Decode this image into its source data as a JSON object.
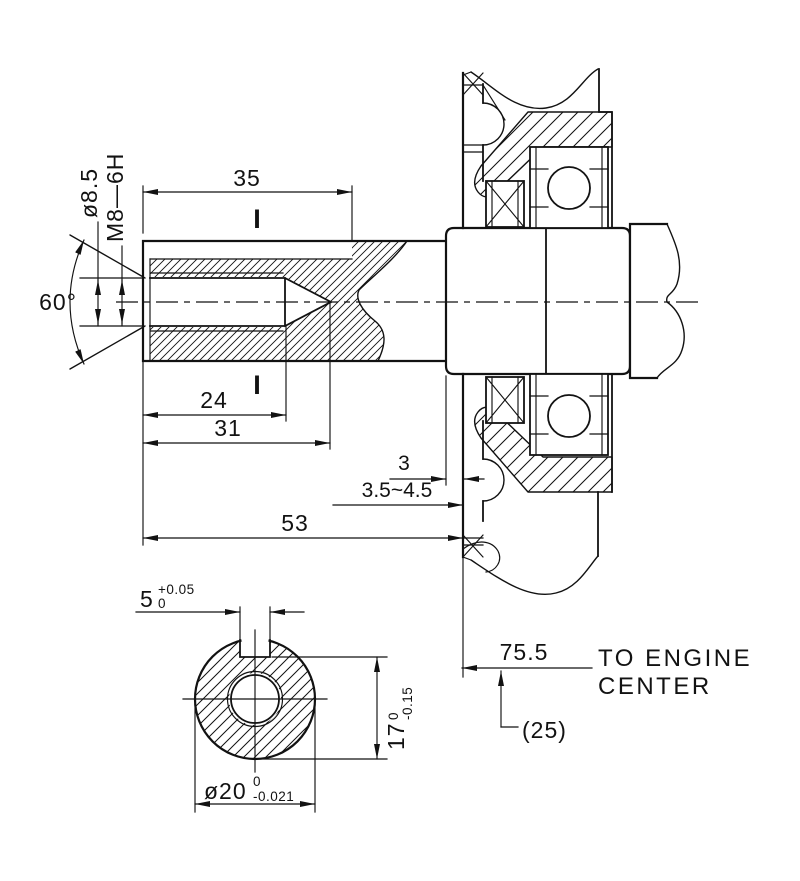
{
  "drawing": {
    "title": "crankshaft-pto-end-dimension-drawing",
    "labels": {
      "bore_callout": "ø8.5",
      "thread_callout": "M8—6H",
      "countersink_angle": "60°",
      "section_mark": "I",
      "to_engine_line1": "TO ENGINE",
      "to_engine_line2": "CENTER",
      "ref_in_parens": "(25)"
    },
    "dimensions": {
      "keyway_length": "35",
      "thread_full_depth": "24",
      "bore_depth": "31",
      "shaft_length": "53",
      "shoulder_offset": "3",
      "seal_recess_range": "3.5~4.5",
      "to_engine_center": "75.5",
      "keyway_width": "5",
      "keyway_width_tol_upper": "+0.05",
      "keyway_width_tol_lower": "0",
      "key_flat_height": "17",
      "key_flat_tol_upper": "0",
      "key_flat_tol_lower": "-0.15",
      "shaft_diameter": "ø20",
      "shaft_dia_tol_upper": "0",
      "shaft_dia_tol_lower": "-0.021"
    },
    "line_color": "#121212",
    "background": "#ffffff"
  }
}
